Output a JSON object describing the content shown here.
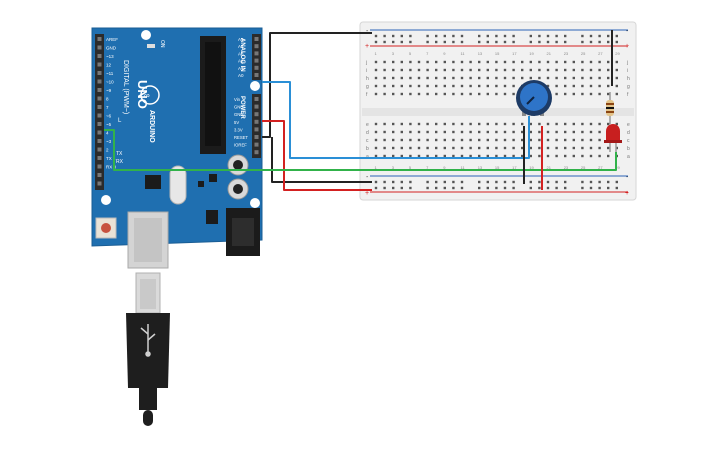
{
  "arduino": {
    "model_label": "UNO",
    "brand_label": "ARDUINO",
    "on_label": "ON",
    "digital_label": "DIGITAL (PWM~)",
    "analog_in_label": "ANALOG IN",
    "power_label": "POWER",
    "aref_label": "AREF",
    "gnd_label": "GND",
    "rx_label": "RX",
    "tx_label": "TX",
    "l_label": "L",
    "digital_pins": [
      "~13",
      "12",
      "~11",
      "~10",
      "~9",
      "8",
      "7",
      "~6",
      "~5",
      "4",
      "~3",
      "2",
      "TX 1",
      "RX 0"
    ],
    "analog_pins": [
      "A0",
      "A1",
      "A2",
      "A3",
      "A4",
      "A5"
    ],
    "power_pins": [
      "IOREF",
      "RESET",
      "3.3V",
      "5V",
      "GND",
      "GND",
      "Vin"
    ]
  },
  "breadboard": {
    "row_letters_top": [
      "j",
      "i",
      "h",
      "g",
      "f"
    ],
    "row_letters_bottom": [
      "e",
      "d",
      "c",
      "b",
      "a"
    ],
    "column_numbers": [
      "1",
      "3",
      "5",
      "7",
      "9",
      "11",
      "13",
      "15",
      "17",
      "19",
      "21",
      "23",
      "25",
      "27",
      "29"
    ],
    "rail_plus": "+",
    "rail_minus": "-"
  },
  "wires": [
    {
      "name": "5V supply",
      "color": "#d32121"
    },
    {
      "name": "ground",
      "color": "#222222"
    },
    {
      "name": "analog A0 signal",
      "color": "#2a8fd6"
    },
    {
      "name": "digital LED signal",
      "color": "#31b24a"
    }
  ],
  "colors": {
    "board": "#1f6fb0",
    "breadboard": "#f1f1f1",
    "rail_red": "#d32121",
    "rail_blue": "#2a63b8",
    "potentiometer": "#2e74c8",
    "led": "#c81f1f",
    "resistor": "#e3c48a"
  }
}
